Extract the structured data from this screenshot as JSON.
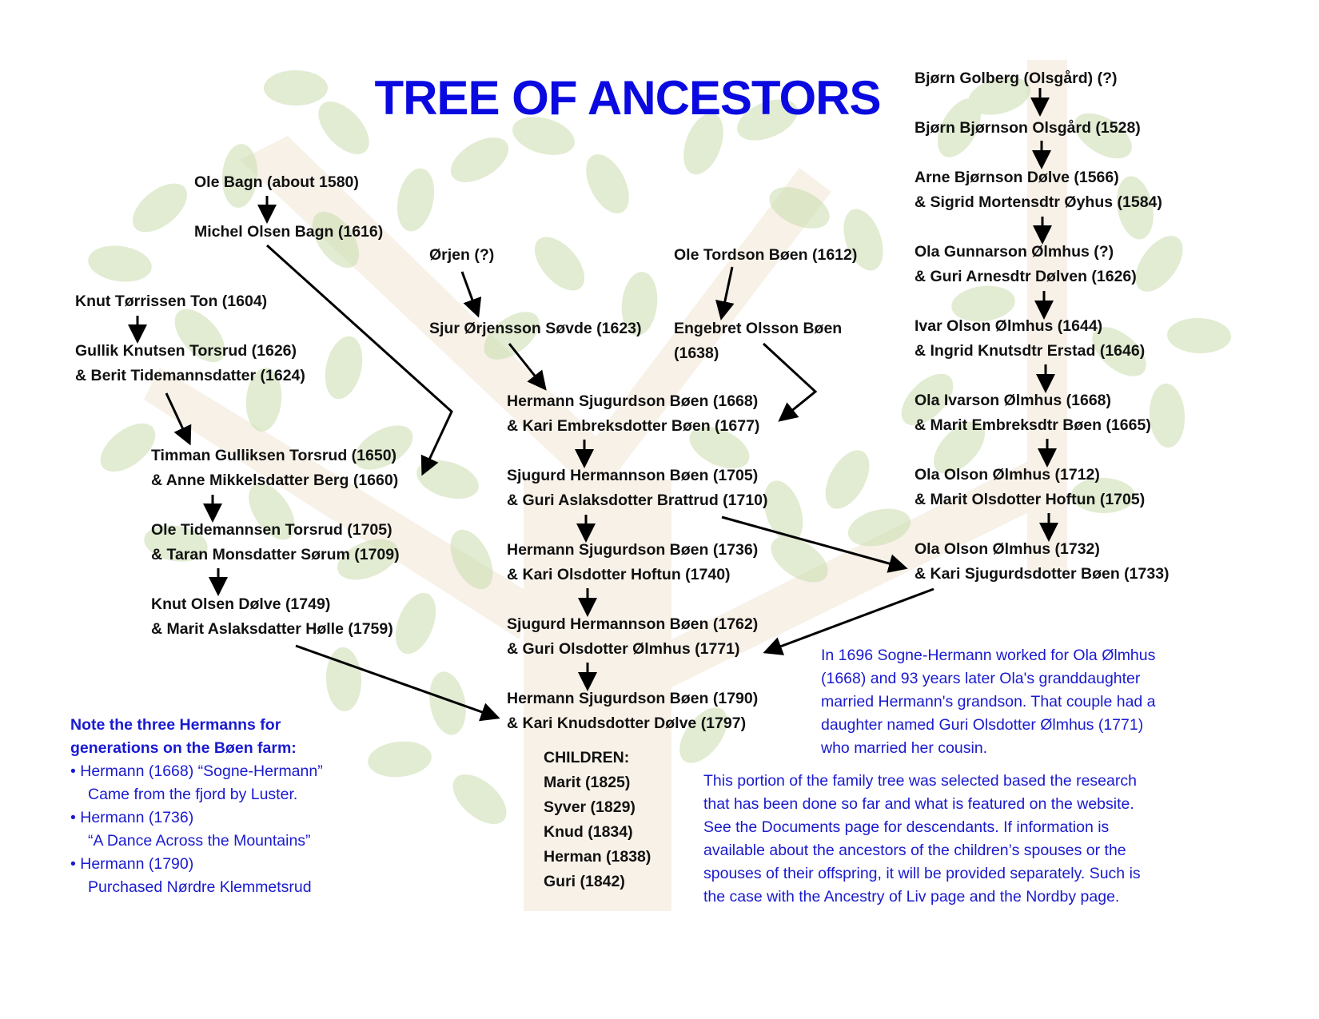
{
  "title": "TREE OF ANCESTORS",
  "colors": {
    "title": "#0a0ae0",
    "note": "#1a1ad0",
    "text": "#111111",
    "leaf": "#c9dcae",
    "trunk": "#f3e6d6"
  },
  "left_branch": [
    [
      "Ole Bagn (about 1580)"
    ],
    [
      "Michel Olsen Bagn (1616)"
    ],
    [
      "Knut Tørrissen Ton (1604)"
    ],
    [
      "Gullik Knutsen Torsrud (1626)",
      "& Berit Tidemannsdatter (1624)"
    ],
    [
      "Timman Gulliksen Torsrud (1650)",
      "& Anne Mikkelsdatter Berg (1660)"
    ],
    [
      "Ole Tidemannsen Torsrud (1705)",
      "& Taran Monsdatter Sørum (1709)"
    ],
    [
      "Knut Olsen Dølve (1749)",
      "& Marit Aslaksdatter Hølle (1759)"
    ]
  ],
  "middle_top": [
    [
      "Ørjen (?)"
    ],
    [
      "Sjur Ørjensson Søvde (1623)"
    ],
    [
      "Ole Tordson Bøen (1612)"
    ],
    [
      "Engebret Olsson Bøen",
      "(1638)"
    ]
  ],
  "center": [
    [
      "Hermann Sjugurdson Bøen (1668)",
      "& Kari Embreksdotter Bøen (1677)"
    ],
    [
      "Sjugurd Hermannson Bøen (1705)",
      "& Guri Aslaksdotter Brattrud (1710)"
    ],
    [
      "Hermann Sjugurdson Bøen (1736)",
      "& Kari Olsdotter Hoftun (1740)"
    ],
    [
      "Sjugurd Hermannson Bøen (1762)",
      "& Guri Olsdotter Ølmhus (1771)"
    ],
    [
      "Hermann Sjugurdson Bøen (1790)",
      "& Kari Knudsdotter Dølve (1797)"
    ]
  ],
  "children": {
    "heading": "CHILDREN:",
    "items": [
      "Marit (1825)",
      "Syver (1829)",
      "Knud (1834)",
      "Herman (1838)",
      "Guri (1842)"
    ]
  },
  "right_branch": [
    [
      "Bjørn Golberg (Olsgård) (?)"
    ],
    [
      "Bjørn Bjørnson Olsgård (1528)"
    ],
    [
      "Arne Bjørnson Dølve (1566)",
      "& Sigrid Mortensdtr Øyhus (1584)"
    ],
    [
      "Ola Gunnarson Ølmhus (?)",
      "& Guri Arnesdtr Dølven (1626)"
    ],
    [
      "Ivar Olson Ølmhus (1644)",
      "& Ingrid Knutsdtr Erstad (1646)"
    ],
    [
      "Ola Ivarson Ølmhus (1668)",
      "& Marit Embreksdtr Bøen (1665)"
    ],
    [
      "Ola Olson Ølmhus (1712)",
      "& Marit Olsdotter Hoftun (1705)"
    ],
    [
      "Ola Olson Ølmhus (1732)",
      "& Kari Sjugurdsdotter Bøen (1733)"
    ]
  ],
  "note": {
    "heading": [
      "Note the three Hermanns for",
      "generations on the Bøen farm:"
    ],
    "items": [
      [
        "• Hermann (1668) “Sogne-Hermann”",
        "Came from the fjord by Luster."
      ],
      [
        "• Hermann (1736)",
        "“A Dance Across the Mountains”"
      ],
      [
        "• Hermann (1790)",
        "Purchased Nørdre Klemmetsrud"
      ]
    ]
  },
  "story": [
    "In 1696 Sogne-Hermann worked for Ola Ølmhus",
    "(1668) and 93 years later Ola's granddaughter",
    "married Hermann's grandson. That couple had a",
    "daughter named Guri Olsdotter Ølmhus (1771)",
    "who married her cousin."
  ],
  "portion": [
    "This portion of the family tree was selected based the research",
    "that has been done so far and what is featured on the website.",
    "See the Documents page for descendants. If information is",
    "available about the ancestors of the children’s spouses or the",
    "spouses of their offspring, it will be provided separately. Such is",
    "the case with the Ancestry of Liv page and the Nordby page."
  ]
}
